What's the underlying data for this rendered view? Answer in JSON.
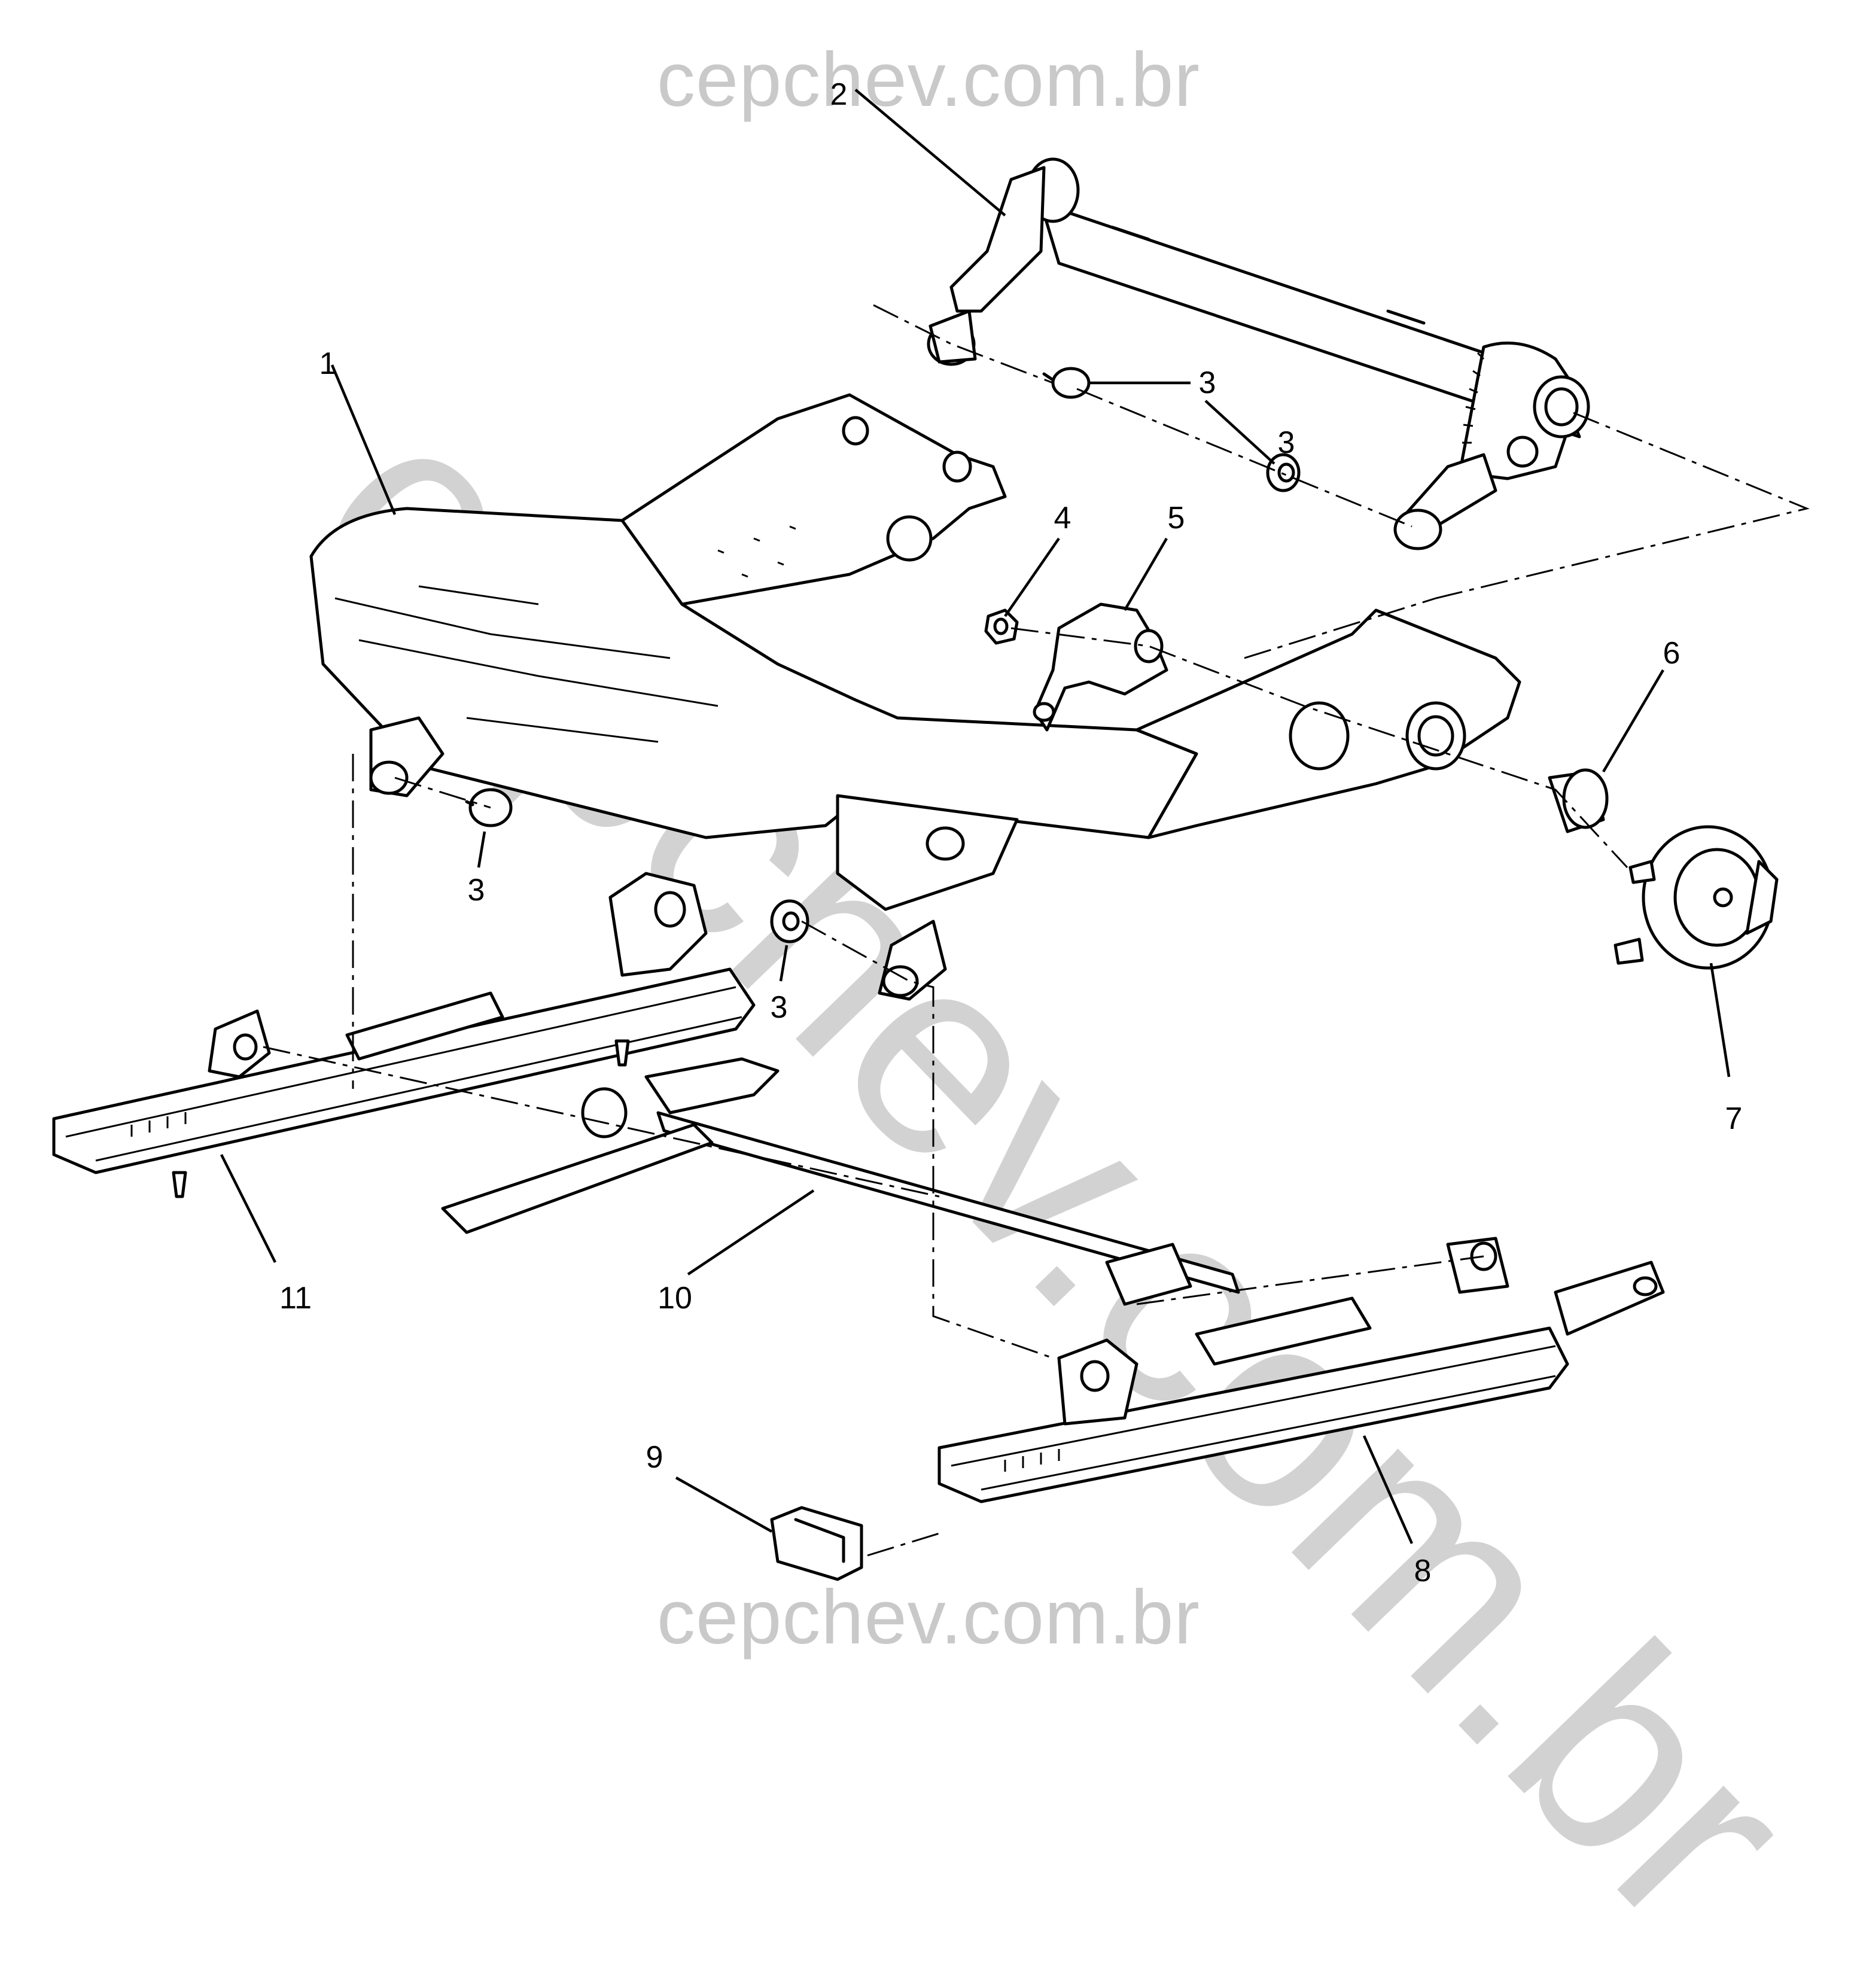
{
  "watermark": {
    "top": "cepchev.com.br",
    "bottom": "cepchev.com.br",
    "diagonal": "cepchev.com.br"
  },
  "callouts": [
    {
      "id": "1",
      "label": "1"
    },
    {
      "id": "2",
      "label": "2"
    },
    {
      "id": "3a",
      "label": "3"
    },
    {
      "id": "3b",
      "label": "3"
    },
    {
      "id": "3c",
      "label": "3"
    },
    {
      "id": "3d",
      "label": "3"
    },
    {
      "id": "4",
      "label": "4"
    },
    {
      "id": "5",
      "label": "5"
    },
    {
      "id": "6",
      "label": "6"
    },
    {
      "id": "7",
      "label": "7"
    },
    {
      "id": "8",
      "label": "8"
    },
    {
      "id": "9",
      "label": "9"
    },
    {
      "id": "10",
      "label": "10"
    },
    {
      "id": "11",
      "label": "11"
    }
  ]
}
